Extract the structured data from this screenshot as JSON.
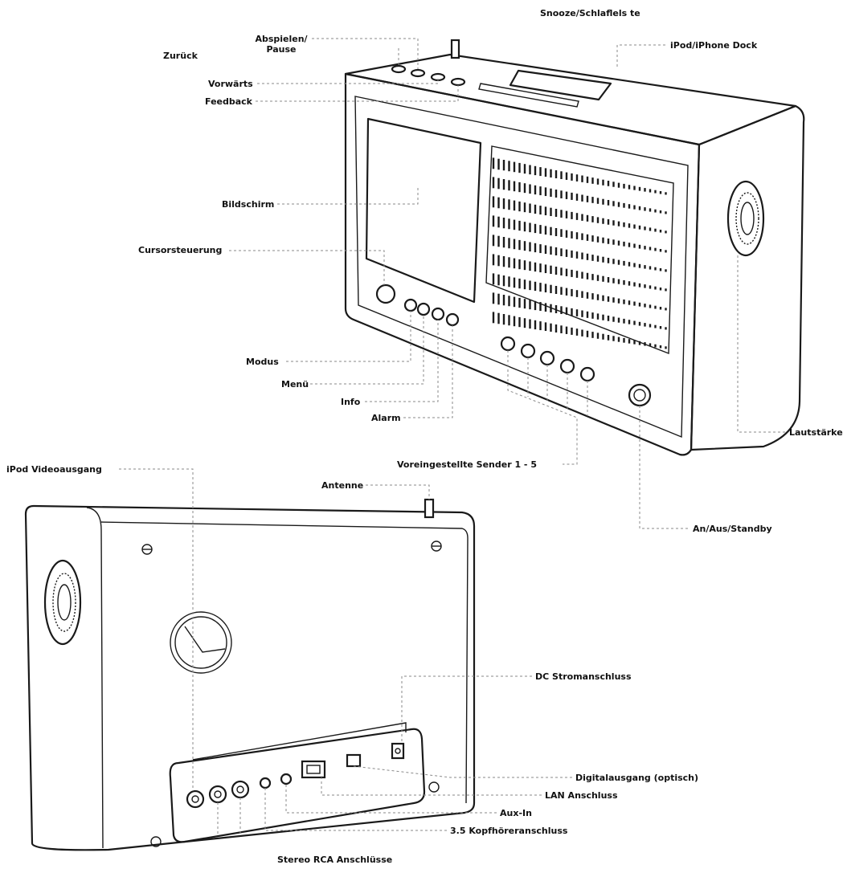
{
  "labels": {
    "snooze": "Snooze/Schlaflels te",
    "ipod_dock": "iPod/iPhone Dock",
    "abspielen": "Abspielen/\nPause",
    "zurueck": "Zurück",
    "vorwaerts": "Vorwärts",
    "feedback": "Feedback",
    "bildschirm": "Bildschirm",
    "cursor": "Cursorsteuerung",
    "modus": "Modus",
    "menue": "Menü",
    "info": "Info",
    "alarm": "Alarm",
    "lautstaerke": "Lautstärke",
    "presets": "Voreingestellte Sender 1 - 5",
    "ipod_video": "iPod Videoausgang",
    "antenne": "Antenne",
    "power": "An/Aus/Standby",
    "dc": "DC Stromanschluss",
    "digital": "Digitalausgang (optisch)",
    "lan": "LAN Anschluss",
    "aux": "Aux-In",
    "headphone": "3.5 Kopfhöreranschluss",
    "rca": "Stereo RCA Anschlüsse"
  },
  "colors": {
    "line": "#1a1a1a",
    "leader": "#8a8a8a",
    "text": "#111111"
  }
}
